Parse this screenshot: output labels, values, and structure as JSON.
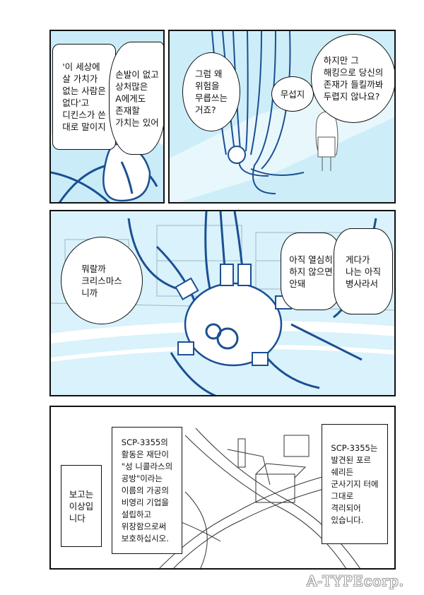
{
  "panel1": {
    "left_bubble": "'이 세상에\n살 가치가\n없는 사람은\n없다'고\n디킨스가 쓴\n대로 말이지",
    "right_bubble": "손발이 없고\n상처많은\nA에게도\n존재할\n가치는 있어"
  },
  "panel2": {
    "question_bubble": "그럼 왜\n위험을\n무릅쓰는\n거죠?",
    "scary_bubble": "무섭지",
    "hack_bubble": "하지만 그\n해킹으로 당신의\n존재가 들킬까봐\n두렵지 않나요?"
  },
  "panel3": {
    "christmas_bubble": "뭐랄까\n크리스마스\n니까",
    "hard_work_bubble": "아직 열심히\n하지 않으면\n안돼",
    "private_bubble": "게다가\n나는 아직\n병사라서"
  },
  "panel4": {
    "report_caption": "보고는\n이상입\n니다",
    "activity_caption": "SCP-3355의\n활동은 재단이\n\"성 니콜라스의\n공방\"이라는\n이름의 가공의\n비영리 기업을\n설립하고\n위장함으로써\n보호하십시오.",
    "location_caption": "SCP-3355는\n발견된 포르\n쉐리든\n군사기지 터에\n그대로\n격리되어\n있습니다."
  },
  "watermark": "A-TYPEcorp."
}
